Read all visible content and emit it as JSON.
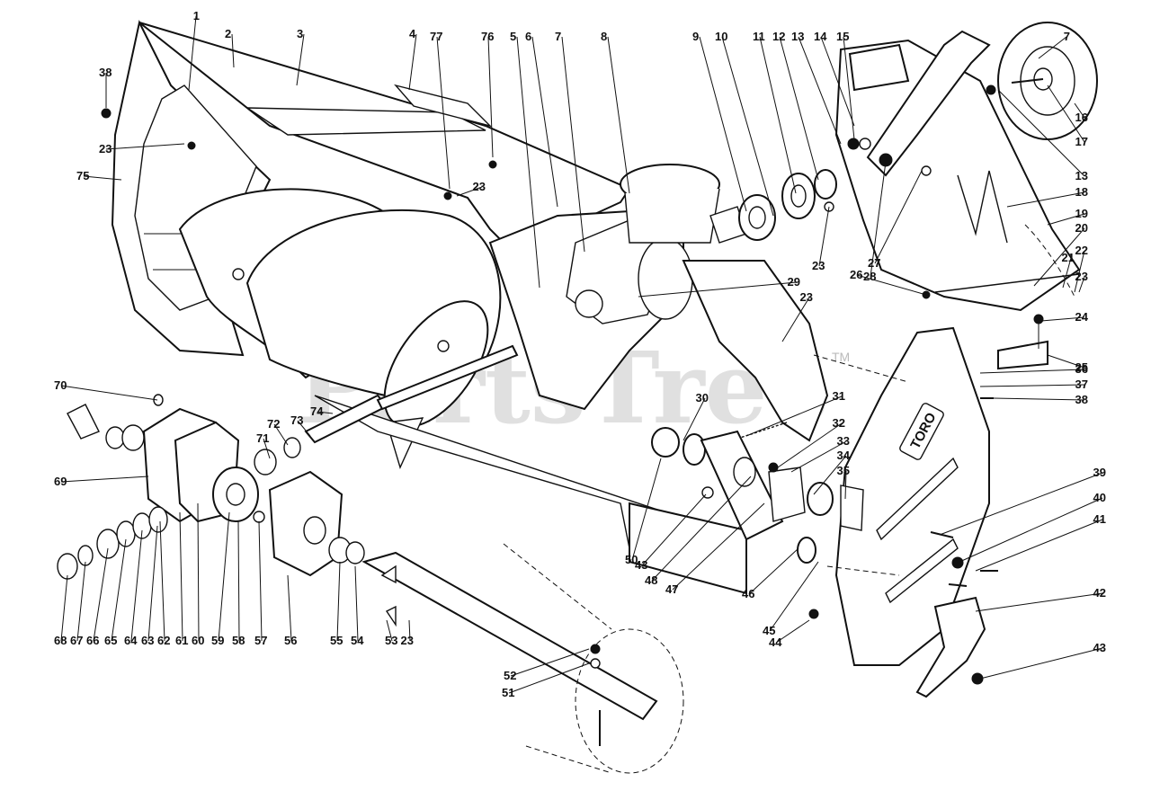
{
  "watermark": {
    "text": "PartsTree",
    "trademark": "TM"
  },
  "brand_plate": {
    "text": "TORO"
  },
  "labels": [
    "1",
    "2",
    "3",
    "4",
    "77",
    "76",
    "5",
    "6",
    "7",
    "8",
    "9",
    "10",
    "11",
    "12",
    "13",
    "14",
    "15",
    "7",
    "16",
    "17",
    "13",
    "18",
    "19",
    "20",
    "21",
    "22",
    "23",
    "38",
    "23",
    "75",
    "23",
    "28",
    "27",
    "23",
    "26",
    "29",
    "23",
    "24",
    "25",
    "36",
    "37",
    "38",
    "70",
    "30",
    "31",
    "32",
    "33",
    "34",
    "35",
    "74",
    "73",
    "72",
    "71",
    "69",
    "39",
    "40",
    "41",
    "42",
    "43",
    "50",
    "43",
    "48",
    "47",
    "46",
    "45",
    "44",
    "68",
    "67",
    "66",
    "65",
    "64",
    "63",
    "62",
    "61",
    "60",
    "59",
    "58",
    "57",
    "56",
    "55",
    "54",
    "53",
    "23",
    "52",
    "51"
  ]
}
